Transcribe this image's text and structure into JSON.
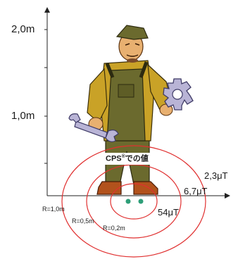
{
  "axis": {
    "y_ticks": [
      "2,0m",
      "1,0m"
    ]
  },
  "badge": {
    "prefix": "CPS",
    "mark": "®",
    "suffix": "での値"
  },
  "radii": [
    "R=1,0m",
    "R=0,5m",
    "R=0,2m"
  ],
  "fields": [
    "2,3μT",
    "6,7μT",
    "54μT"
  ],
  "colors": {
    "rings": "#e03030",
    "dots": "#2e9e78",
    "axis": "#222222",
    "clothes": "#6b6a2e",
    "shirt": "#c9a227",
    "skin": "#e8b070",
    "gear": "#b9b4d6",
    "boots": "#b2521c"
  },
  "icons": [
    "worker-figure",
    "wrench-icon",
    "gear-icon",
    "sensor-dot-icon"
  ]
}
